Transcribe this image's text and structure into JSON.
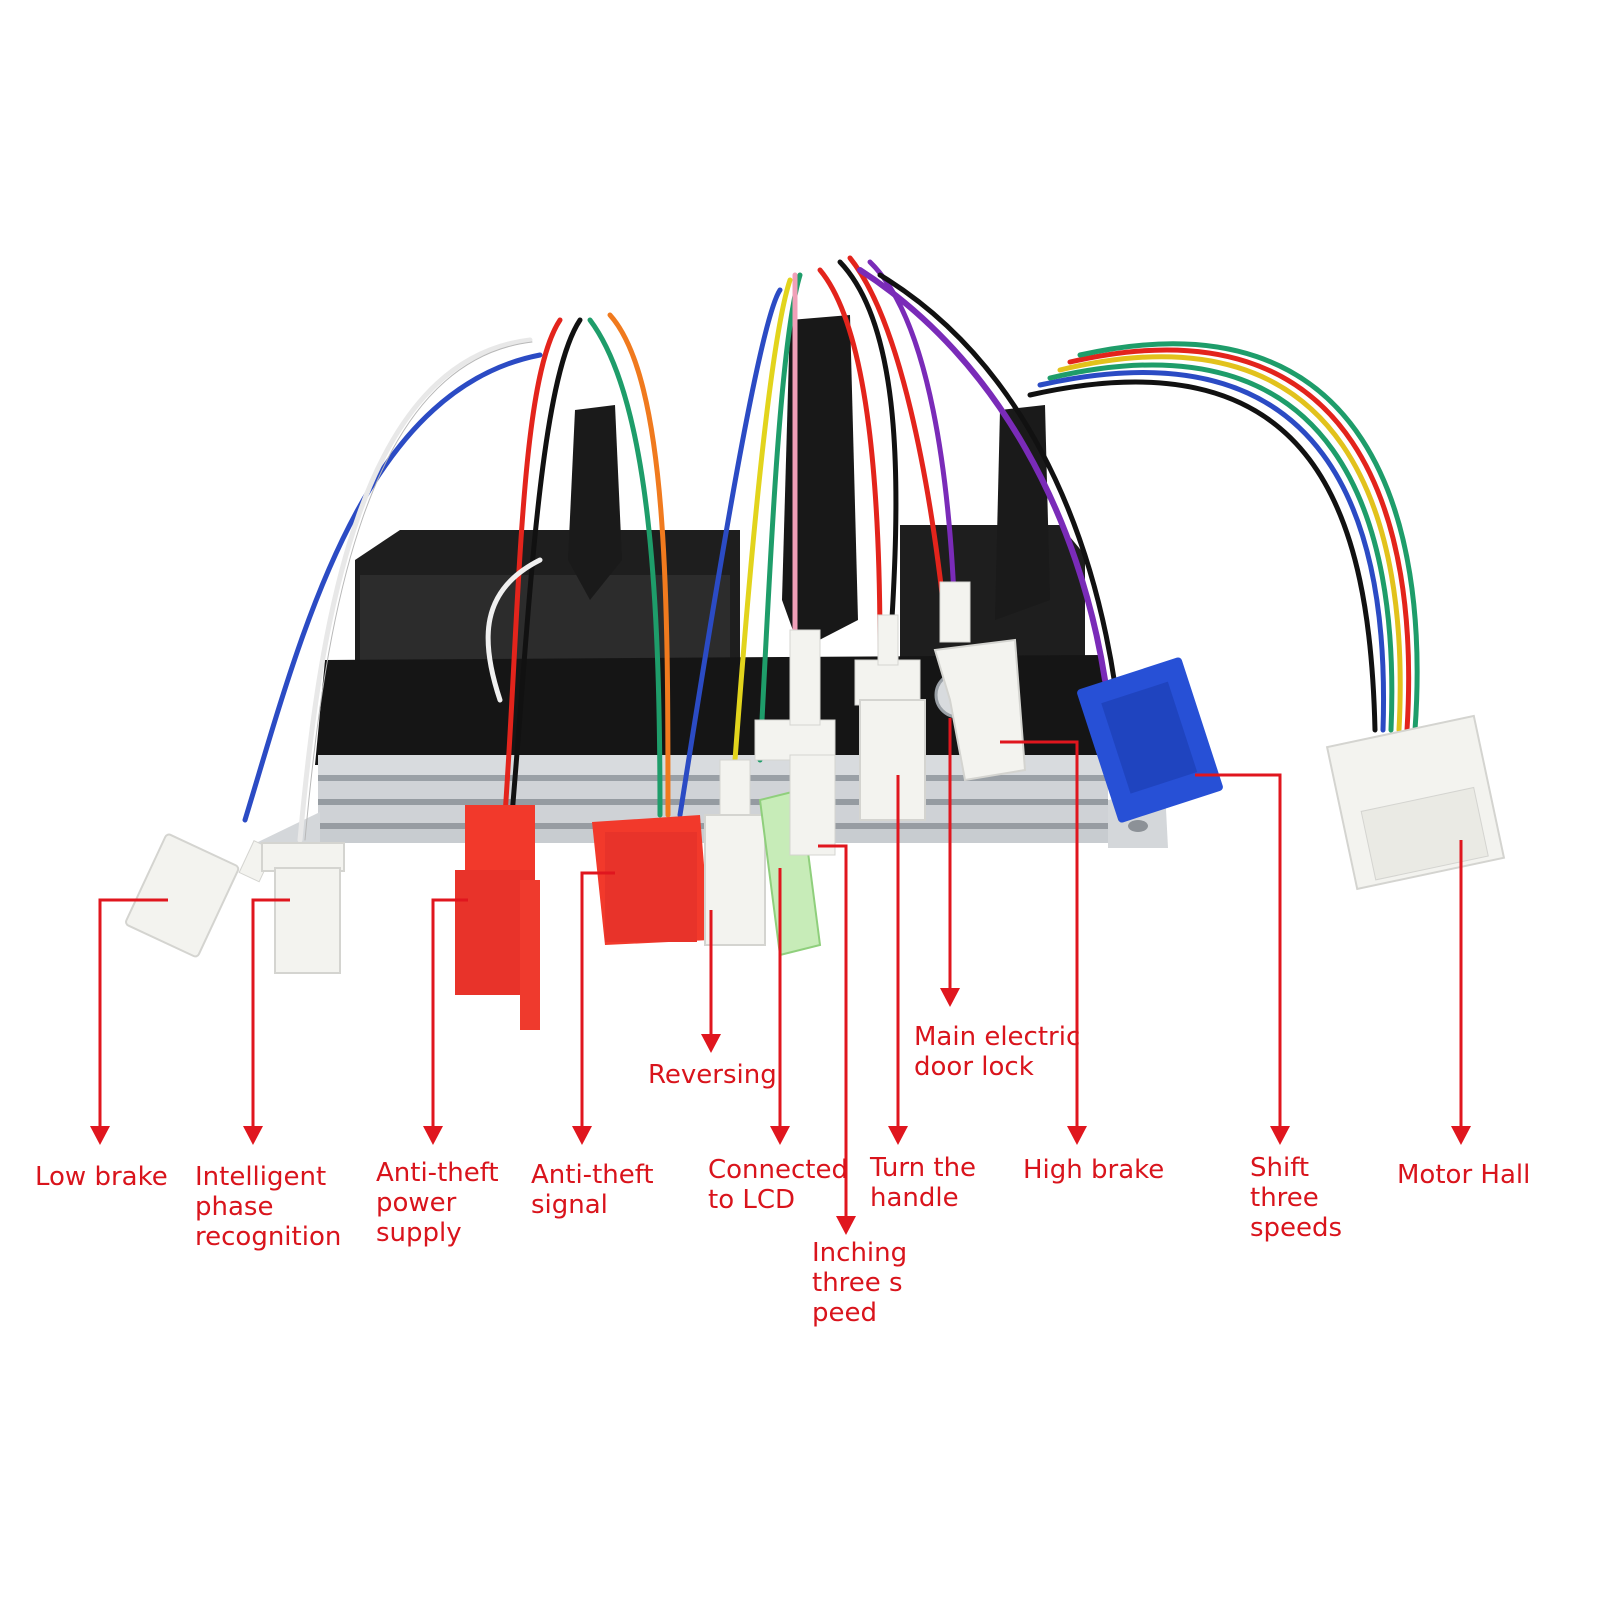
{
  "colors": {
    "label": "#d9141c",
    "leader": "#e0161e",
    "background": "#ffffff",
    "housing": "#1c1c1c",
    "heatsink": "#cfd2d6",
    "connector_white": "#f3f3ef",
    "connector_red": "#f2392b",
    "connector_blue": "#2750d6"
  },
  "labels": {
    "low_brake": "Low brake",
    "intelligent_phase": "Intelligent\nphase\nrecognition",
    "antitheft_power": "Anti-theft\npower\nsupply",
    "antitheft_signal": "Anti-theft\nsignal",
    "reversing": "Reversing",
    "connected_lcd": "Connected\nto LCD",
    "inching": "Inching\nthree s\npeed",
    "turn_handle": "Turn the\nhandle",
    "main_lock": "Main electric\ndoor lock",
    "high_brake": "High brake",
    "shift_speeds": "Shift\nthree\nspeeds",
    "motor_hall": "Motor Hall"
  }
}
